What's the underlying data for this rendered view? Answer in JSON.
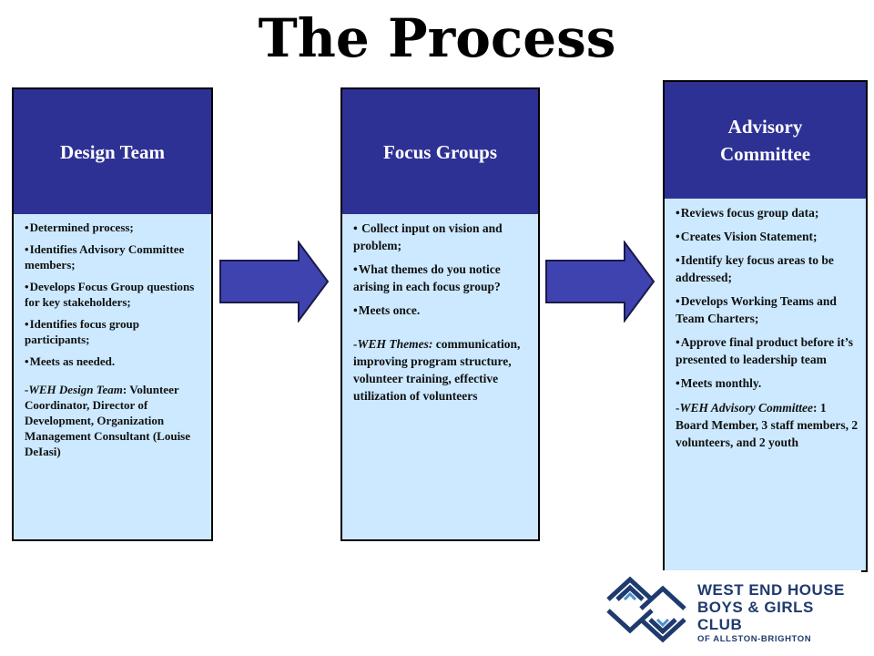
{
  "title": "The Process",
  "colors": {
    "header": "#2e3194",
    "body": "#cce9ff",
    "arrow": "#3f43b0"
  },
  "cards": [
    {
      "heading": "Design Team",
      "bullets": [
        "Determined process;",
        "Identifies Advisory Committee members;",
        "Develops Focus Group questions for key stakeholders;",
        "Identifies focus group participants;",
        "Meets as needed."
      ],
      "note_label": "-WEH Design Team",
      "note_text": ": Volunteer Coordinator, Director of Development, Organization Management Consultant (Louise DeIasi)"
    },
    {
      "heading": "Focus Groups",
      "bullets": [
        " Collect input on vision and problem;",
        "What themes do you notice arising in each focus group?",
        "Meets once."
      ],
      "note_label": "-WEH Themes:",
      "note_text": " communication, improving program structure, volunteer training, effective utilization of volunteers"
    },
    {
      "heading": "Advisory Committee",
      "bullets": [
        "Reviews focus group data;",
        "Creates Vision Statement;",
        "Identify key focus areas to be addressed;",
        "Develops Working Teams and Team Charters;",
        "Approve final product before it’s presented to leadership team",
        "Meets monthly."
      ],
      "note_label": "-WEH Advisory Committee",
      "note_text": ": 1 Board Member, 3 staff members, 2 volunteers, and 2 youth"
    }
  ],
  "logo": {
    "line1": "WEST END HOUSE",
    "line2": "BOYS & GIRLS CLUB",
    "line3": "OF ALLSTON-BRIGHTON",
    "icon": "boys-and-girls-club-hands-icon"
  }
}
